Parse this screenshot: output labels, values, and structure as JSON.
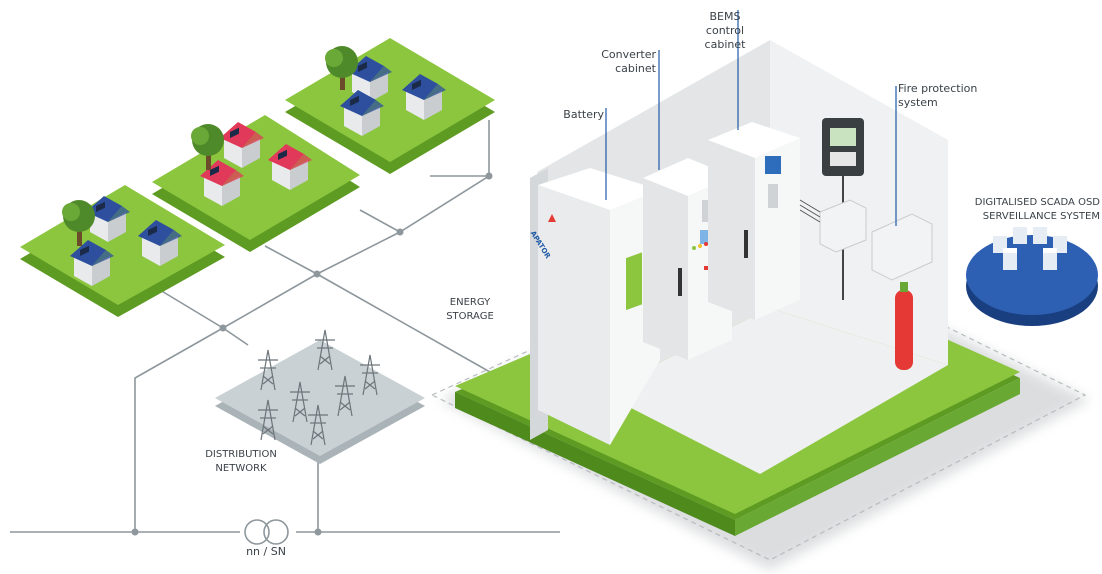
{
  "labels": {
    "bems_line1": "BEMS",
    "bems_line2": "control",
    "bems_line3": "cabinet",
    "converter_line1": "Converter",
    "converter_line2": "cabinet",
    "battery": "Battery",
    "fire_line1": "Fire protection",
    "fire_line2": "system",
    "scada_line1": "DIGITALISED SCADA OSD",
    "scada_line2": "SERVEILLANCE SYSTEM",
    "energy_line1": "ENERGY",
    "energy_line2": "STORAGE",
    "distribution_line1": "DISTRIBUTION",
    "distribution_line2": "NETWORK",
    "transformer": "nn / SN",
    "brand": "APATOR"
  },
  "colors": {
    "grass_top": "#8cc63f",
    "grass_side": "#5e9b22",
    "house_blue_roof": "#2d4f9e",
    "house_red_roof": "#e0395a",
    "leader_line": "#1f5aa6",
    "fire_bottle": "#e53935",
    "network_pad": "#c9d1d4"
  }
}
